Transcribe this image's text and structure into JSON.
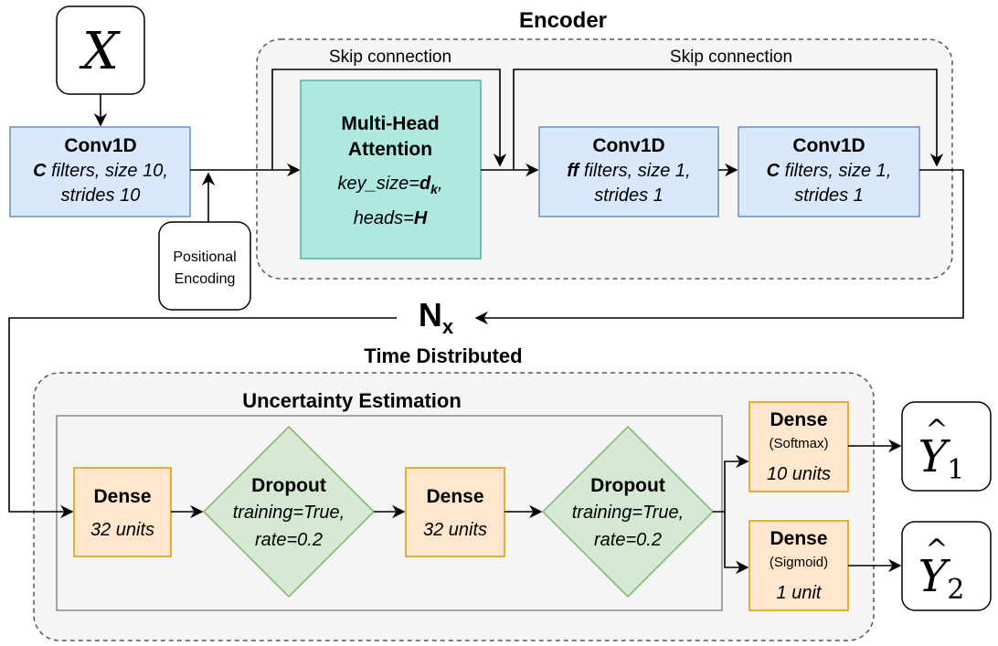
{
  "encoder": {
    "title": "Encoder",
    "skip1": "Skip connection",
    "skip2": "Skip connection",
    "mha": {
      "title1": "Multi-Head",
      "title2": "Attention",
      "key_size_label": "key_size=",
      "key_size_value": "d",
      "key_size_sub": "k",
      "key_size_comma": ",",
      "heads_label": "heads=",
      "heads_value": "H"
    },
    "conv_ff": {
      "title": "Conv1D",
      "line1_bold": "ff",
      "line1_rest": " filters, size 1,",
      "line2": "strides 1"
    },
    "conv_c": {
      "title": "Conv1D",
      "line1_bold": "C",
      "line1_rest": " filters, size 1,",
      "line2": "strides 1"
    }
  },
  "input": {
    "symbol": "X"
  },
  "input_conv": {
    "title": "Conv1D",
    "line1_bold": "C",
    "line1_rest": " filters, size 10,",
    "line2": "strides 10"
  },
  "positional_encoding": {
    "line1": "Positional",
    "line2": "Encoding"
  },
  "repeat": {
    "main": "N",
    "sub": "x"
  },
  "time_distributed": {
    "title": "Time Distributed"
  },
  "uncertainty": {
    "title": "Uncertainty Estimation",
    "dense1": {
      "title": "Dense",
      "units": "32 units"
    },
    "dropout1": {
      "title": "Dropout",
      "line1": "training=True,",
      "line2": "rate=0.2"
    },
    "dense2": {
      "title": "Dense",
      "units": "32 units"
    },
    "dropout2": {
      "title": "Dropout",
      "line1": "training=True,",
      "line2": "rate=0.2"
    }
  },
  "head_softmax": {
    "title": "Dense",
    "activation": "(Softmax)",
    "units": "10 units"
  },
  "head_sigmoid": {
    "title": "Dense",
    "activation": "(Sigmoid)",
    "units": "1 unit"
  },
  "output1": {
    "symbol": "Y",
    "hat": "^",
    "sub": "1"
  },
  "output2": {
    "symbol": "Y",
    "hat": "^",
    "sub": "2"
  },
  "colors": {
    "conv_fill": "#dae8fc",
    "conv_stroke": "#6c8ebf",
    "mha_fill": "#aee8df",
    "mha_stroke": "#4fb4a3",
    "dense_fill": "#ffe6cc",
    "dense_stroke": "#d79b00",
    "dropout_fill": "#d5e8d4",
    "dropout_stroke": "#82b366",
    "group_fill": "#f5f5f5",
    "group_stroke": "#555555"
  }
}
